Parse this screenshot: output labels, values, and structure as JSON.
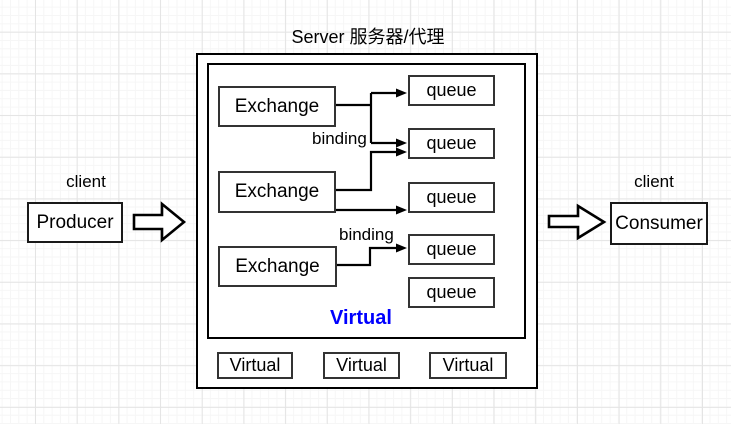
{
  "canvas": {
    "title": "Server 服务器/代理",
    "left_client": {
      "label": "client",
      "node": "Producer"
    },
    "right_client": {
      "label": "client",
      "node": "Consumer"
    },
    "exchanges": [
      {
        "label": "Exchange"
      },
      {
        "label": "Exchange"
      },
      {
        "label": "Exchange"
      }
    ],
    "queues": [
      {
        "label": "queue"
      },
      {
        "label": "queue"
      },
      {
        "label": "queue"
      },
      {
        "label": "queue"
      },
      {
        "label": "queue"
      }
    ],
    "binding_labels": [
      "binding",
      "binding"
    ],
    "virtual_host_label": "Virtual",
    "virtual_nodes": [
      "Virtual",
      "Virtual",
      "Virtual"
    ],
    "colors": {
      "virtual_label": "#0000ff",
      "connector": "#000000",
      "node_border": "#333333"
    }
  }
}
